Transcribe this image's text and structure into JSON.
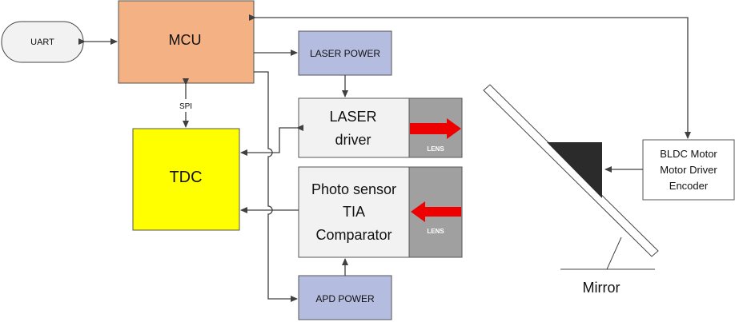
{
  "uart": {
    "label": "UART"
  },
  "mcu": {
    "label": "MCU"
  },
  "spi": {
    "label": "SPI"
  },
  "tdc": {
    "label": "TDC"
  },
  "laser_power": {
    "label": "LASER POWER"
  },
  "laser_driver": {
    "line1": "LASER",
    "line2": "driver"
  },
  "lens_top": {
    "label": "LENS"
  },
  "photo_block": {
    "line1": "Photo sensor",
    "line2": "TIA",
    "line3": "Comparator"
  },
  "lens_bottom": {
    "label": "LENS"
  },
  "apd_power": {
    "label": "APD POWER"
  },
  "bldc": {
    "line1": "BLDC Motor",
    "line2": "Motor Driver",
    "line3": "Encoder"
  },
  "mirror": {
    "label": "Mirror"
  },
  "colors": {
    "mcu": "#f4b183",
    "tdc": "#ffff00",
    "power": "#b4bcdf",
    "lens": "#a0a0a0",
    "arrow_red": "#ee0000",
    "block": "#f2f2f2"
  }
}
